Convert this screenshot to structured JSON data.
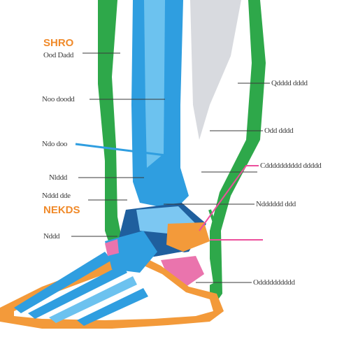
{
  "header": {
    "title": "SHRO",
    "subtitle": "Ood Dadd"
  },
  "left_labels": [
    "Noo doodd",
    "Ndo doo",
    "Nlddd",
    "Nddd dde"
  ],
  "left_highlight": "NEKDS",
  "left_lower_label": "Nddd",
  "right_labels": [
    "Qdddd dddd",
    "Odd dddd",
    "Cdddddddddd ddddd",
    "Ndddddd ddd",
    "Odddddddddd"
  ],
  "colors": {
    "accent_orange": "#f08a2a",
    "muscle_green": "#2ea84a",
    "bone_blue": "#2f9ee0",
    "tendon_pink": "#ec4f9c",
    "heel_pink": "#ea74ad",
    "text": "#3a3a3a"
  }
}
